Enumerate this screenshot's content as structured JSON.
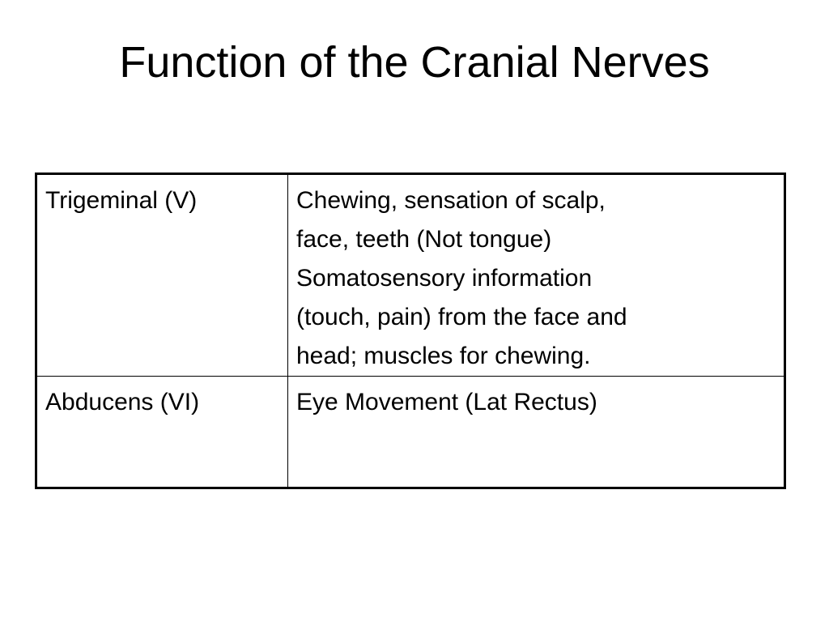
{
  "slide": {
    "title": "Function of the Cranial Nerves"
  },
  "table": {
    "rows": [
      {
        "nerve": "Trigeminal (V)",
        "function_lines": [
          "Chewing, sensation of scalp,",
          "face, teeth (Not tongue)",
          "Somatosensory information",
          "(touch, pain) from the face and",
          "head; muscles for chewing."
        ]
      },
      {
        "nerve": "Abducens (VI)",
        "function_lines": [
          "Eye Movement (Lat Rectus)"
        ]
      }
    ]
  },
  "colors": {
    "background": "#ffffff",
    "text": "#000000",
    "border": "#000000"
  }
}
